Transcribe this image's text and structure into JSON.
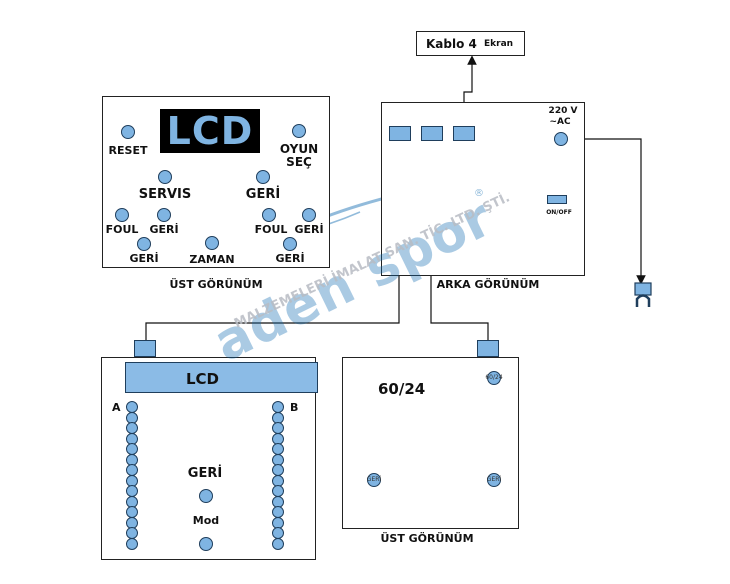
{
  "top_view_panel": {
    "lcd": "LCD",
    "reset": "RESET",
    "oyun": "OYUN",
    "sec": "SEÇ",
    "servis": "SERVIS",
    "geri_mid": "GERİ",
    "foul_left": "FOUL",
    "geri_left": "GERİ",
    "foul_right": "FOUL",
    "geri_right": "GERİ",
    "geri_bottom_left": "GERİ",
    "zaman": "ZAMAN",
    "geri_bottom_right": "GERİ",
    "caption": "ÜST GÖRÜNÜM"
  },
  "rear_view_panel": {
    "voltage": "220 V",
    "ac": "~AC",
    "onoff": "ON/OFF",
    "caption": "ARKA GÖRÜNÜM"
  },
  "cable": {
    "label": "Kablo 4",
    "label_small": "Ekran"
  },
  "scoreboard_panel": {
    "lcd": "LCD",
    "side_a": "A",
    "side_b": "B",
    "geri": "GERİ",
    "mod": "Mod"
  },
  "timer_panel": {
    "display": "60/24",
    "btn_top": "60/24",
    "btn_left": "GERİ",
    "btn_right": "GERİ",
    "caption": "ÜST GÖRÜNÜM"
  },
  "watermark": {
    "brand": "aden spor",
    "registered": "®",
    "subtitle": "MALZEMELERİ İMALAT SAN. TİC. LTD. ŞTİ."
  },
  "colors": {
    "button_fill": "#7fb4e2",
    "button_stroke": "#1f3e5c",
    "lcd_background": "#000000",
    "watermark_blue": "#0f6bb0",
    "watermark_gray": "#b8bcc4"
  }
}
